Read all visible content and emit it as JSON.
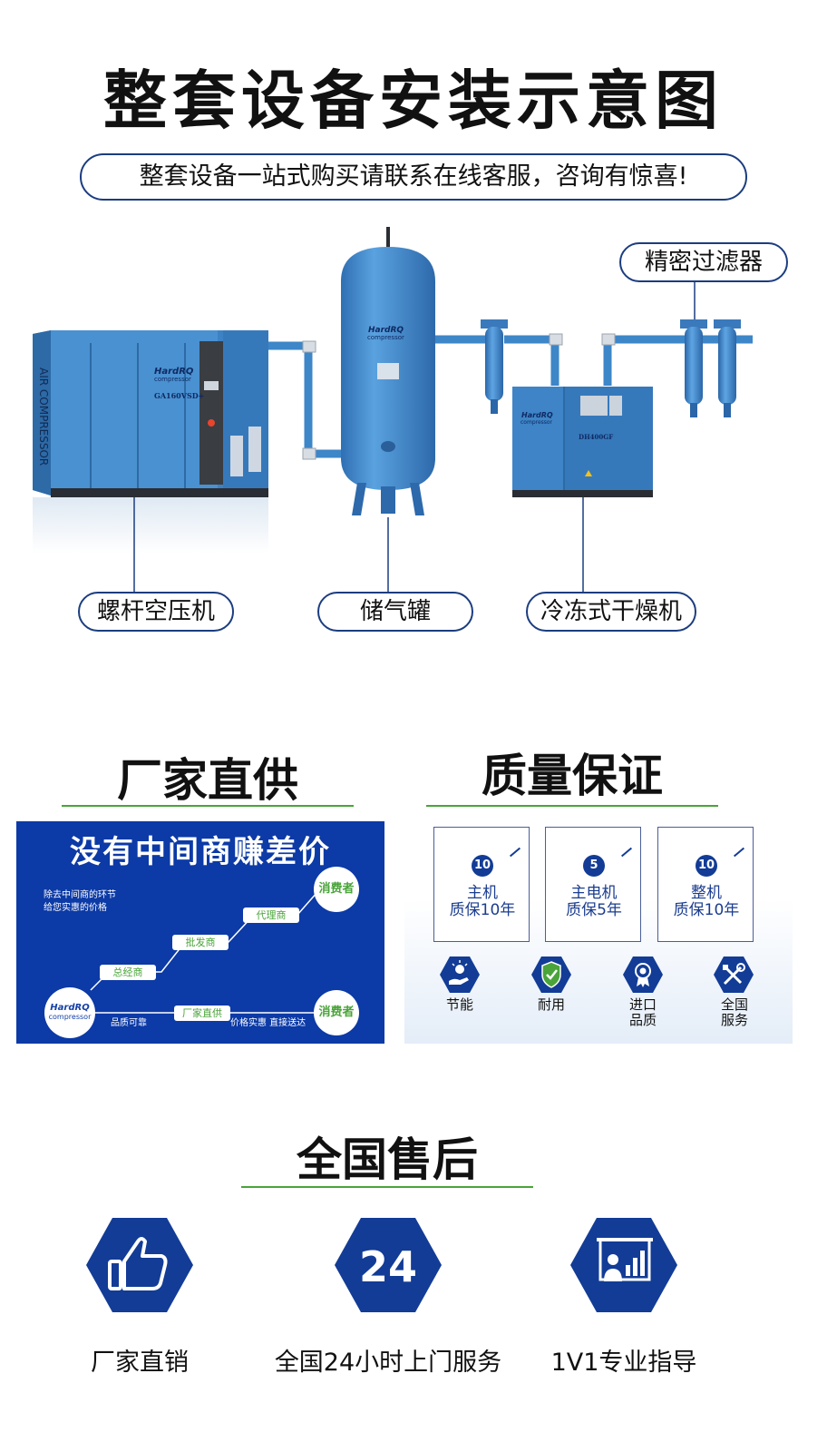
{
  "header": {
    "title": "整套设备安装示意图",
    "subtitle": "整套设备一站式购买请联系在线客服，咨询有惊喜!"
  },
  "equipment": {
    "labels": [
      "螺杆空压机",
      "储气罐",
      "冷冻式干燥机",
      "精密过滤器"
    ],
    "compressor": {
      "side_text": "AIR COMPRESSOR",
      "brand": "HardRQ",
      "brand_sub": "compressor",
      "model": "GA160VSD+"
    },
    "tank": {
      "brand": "HardRQ",
      "brand_sub": "compressor"
    },
    "dryer": {
      "brand": "HardRQ",
      "brand_sub": "compressor",
      "model": "DH400GF"
    }
  },
  "factory": {
    "heading": "厂家直供",
    "banner_title": "没有中间商赚差价",
    "note_line1": "除去中间商的环节",
    "note_line2": "给您实惠的价格",
    "logo": "HardRQ",
    "logo_sub": "compressor",
    "nodes": [
      "总经商",
      "批发商",
      "代理商"
    ],
    "direct": "厂家直供",
    "consumer": "消费者",
    "left_caption": "品质可靠",
    "right_caption": "价格实惠 直接送达"
  },
  "quality": {
    "heading": "质量保证",
    "cards": [
      {
        "num": "10",
        "line1": "主机",
        "line2": "质保10年"
      },
      {
        "num": "5",
        "line1": "主电机",
        "line2": "质保5年"
      },
      {
        "num": "10",
        "line1": "整机",
        "line2": "质保10年"
      }
    ],
    "features": [
      {
        "icon": "energy-saving-icon",
        "line1": "节能",
        "line2": ""
      },
      {
        "icon": "durable-shield-icon",
        "line1": "耐用",
        "line2": ""
      },
      {
        "icon": "imported-quality-badge-icon",
        "line1": "进口",
        "line2": "品质"
      },
      {
        "icon": "service-tools-icon",
        "line1": "全国",
        "line2": "服务"
      }
    ]
  },
  "aftersales": {
    "heading": "全国售后",
    "items": [
      {
        "icon": "thumbs-up-icon",
        "label": "厂家直销",
        "icon_text": ""
      },
      {
        "icon": "24-hours-icon",
        "label": "全国24小时上门服务",
        "icon_text": "24"
      },
      {
        "icon": "presentation-guide-icon",
        "label": "1V1专业指导",
        "icon_text": ""
      }
    ]
  },
  "colors": {
    "navy": "#1b3d80",
    "brand_blue": "#123c96",
    "green": "#4aa43a",
    "machine_blue": "#3c82c4",
    "banner_blue": "#0c3aa6"
  }
}
